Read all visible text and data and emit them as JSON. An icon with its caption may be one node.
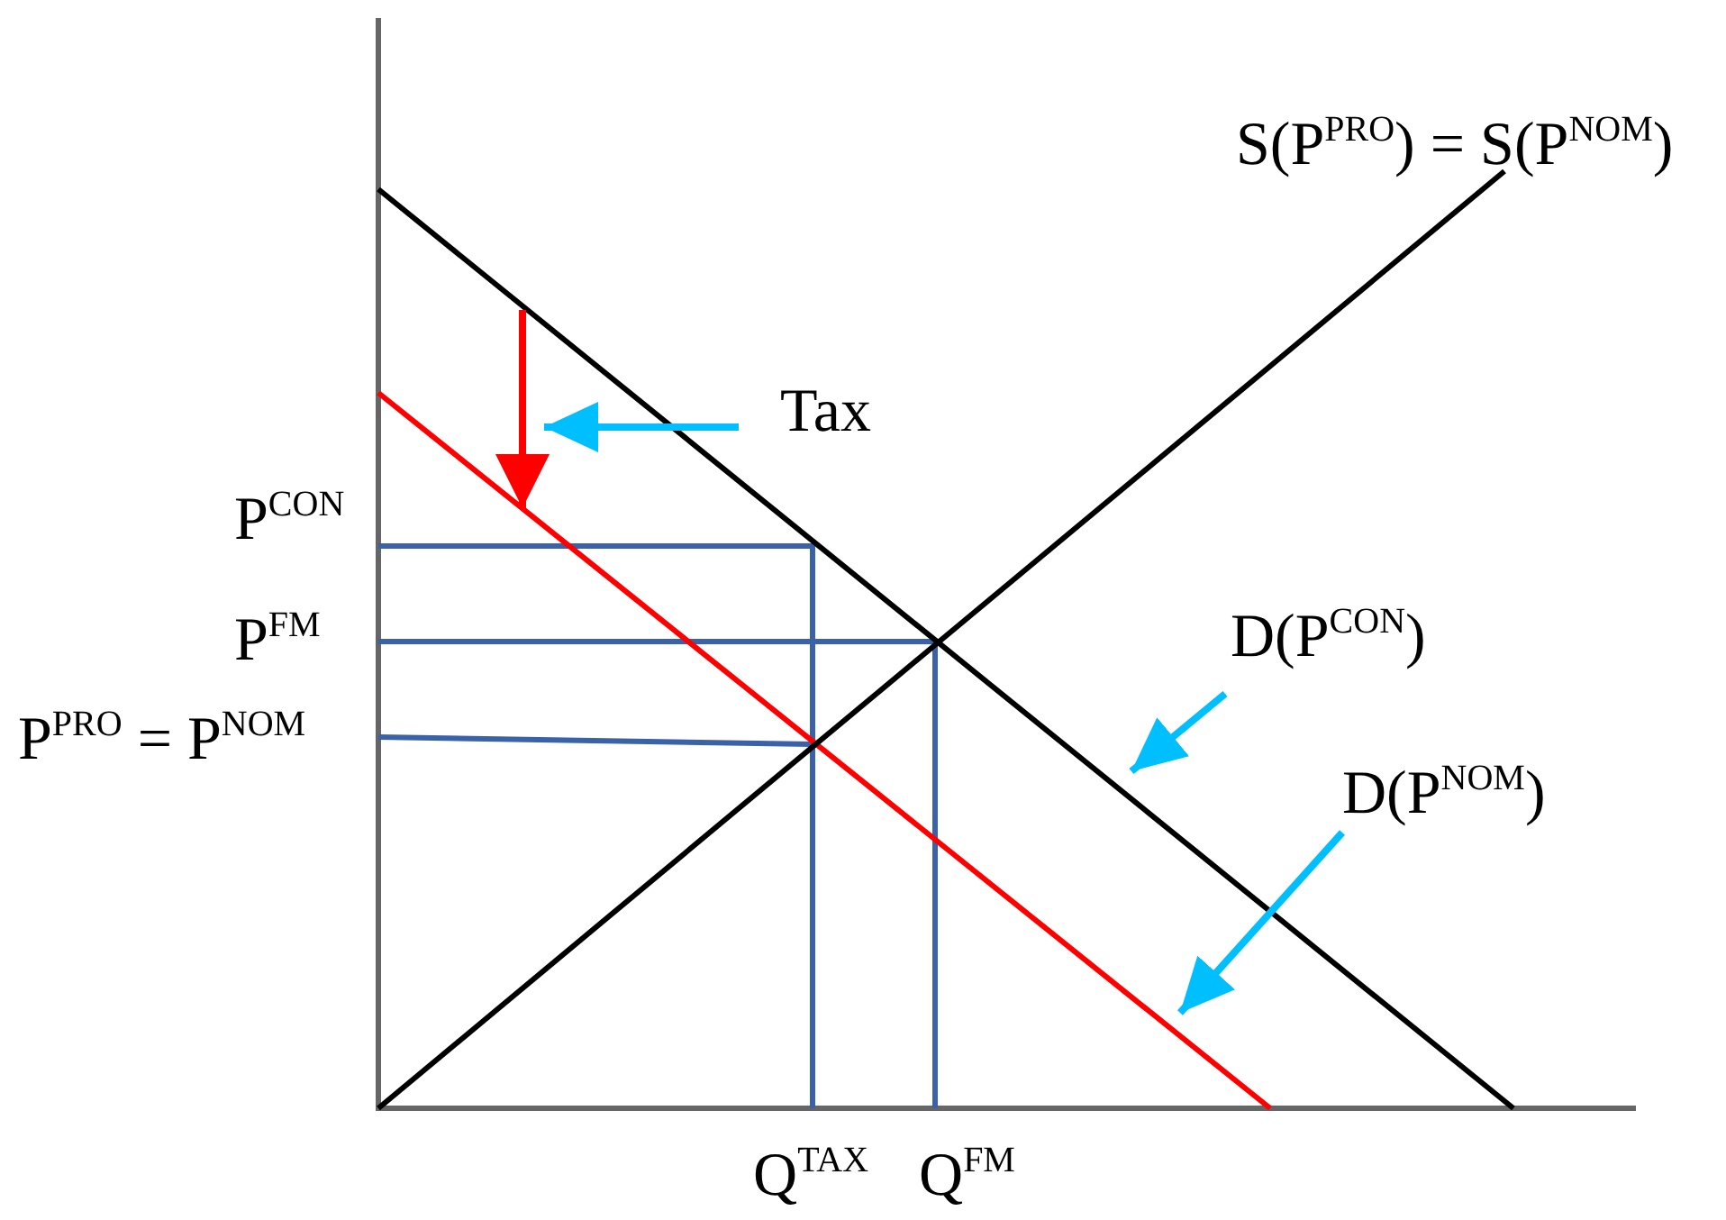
{
  "diagram": {
    "nodes": [
      {
        "text": [
          "Tax"
        ]
      },
      {
        "text": [
          "D(P$^{CON}$)"
        ]
      },
      {
        "text": [
          "D(P$^{NOM}$)"
        ]
      }
    ],
    "edges": [
      {
        "from": 0,
        "to": null,
        "arrow": "to"
      },
      {
        "from": 1,
        "to": null,
        "arrow": "to"
      },
      {
        "from": 2,
        "to": null,
        "arrow": "to"
      }
    ],
    "labels": [
      "S(P$^{PRO}$) = S(P$^{NOM}$)",
      "P$^{CON}$",
      "P$^{FM}$",
      "P$^{PRO}$ = P$^{NOM}$",
      "Q$^{TAX}$",
      "Q$^{FM}$"
    ]
  }
}
